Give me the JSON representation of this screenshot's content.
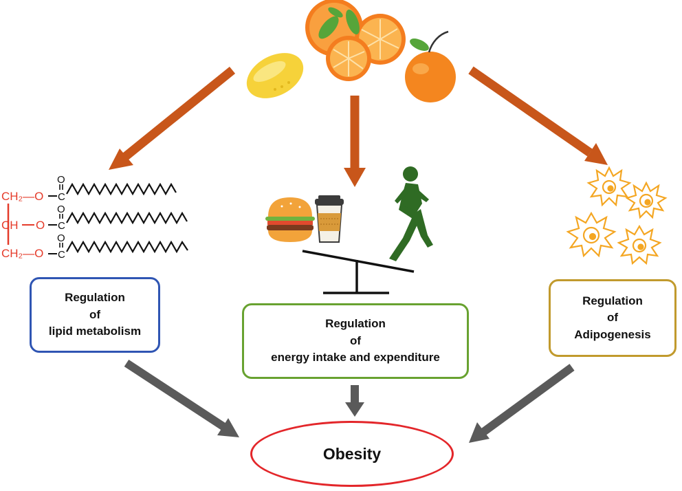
{
  "boxes": {
    "lipid": {
      "line1": "Regulation",
      "line2": "of",
      "line3": "lipid metabolism",
      "border_color": "#2f55b3"
    },
    "energy": {
      "line1": "Regulation",
      "line2": "of",
      "line3": "energy intake and expenditure",
      "border_color": "#68a230"
    },
    "adipogenesis": {
      "line1": "Regulation",
      "line2": "of",
      "line3": "Adipogenesis",
      "border_color": "#c19a2d"
    }
  },
  "outcome": {
    "label": "Obesity",
    "border_color": "#e3262a"
  },
  "chem": {
    "ch2_top": "CH₂—O",
    "ch_mid": "CH",
    "o_mid": "O",
    "ch2_bot": "CH₂—O",
    "ester_o": "O",
    "ester_c": "C"
  },
  "colors": {
    "top_arrow": "#c8561a",
    "bottom_arrow": "#5a5a5a",
    "glycerol": "#e53b2a"
  },
  "icons": [
    "lemon-icon",
    "orange-slices-icon",
    "orange-icon",
    "burger-icon",
    "coffee-cup-icon",
    "runner-icon",
    "seesaw-icon",
    "fat-cell-icon",
    "triglyceride-structure"
  ]
}
